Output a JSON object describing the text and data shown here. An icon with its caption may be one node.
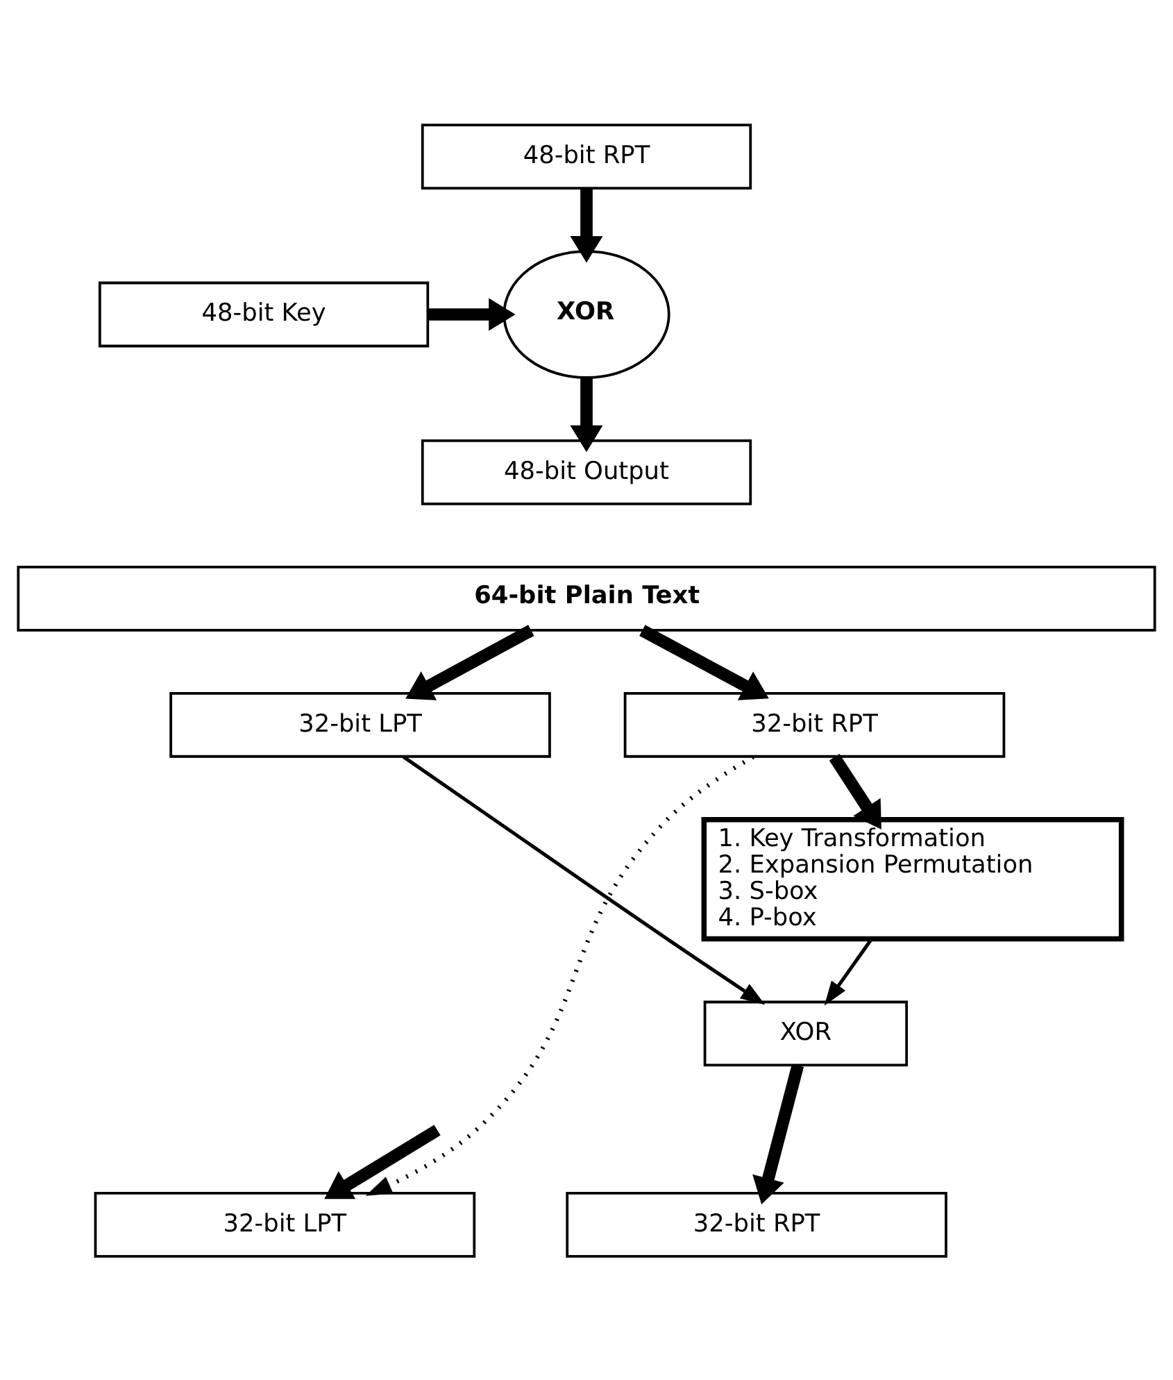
{
  "diagram": {
    "nodes": [
      {
        "text": [
          "48-bit RPT"
        ]
      },
      {
        "text": [
          "48-bit Key"
        ]
      },
      {
        "text": [
          "XOR"
        ]
      },
      {
        "text": [
          "48-bit Output"
        ]
      },
      {
        "text": [
          "64-bit Plain Text"
        ]
      },
      {
        "text": [
          "32-bit LPT"
        ]
      },
      {
        "text": [
          "32-bit RPT"
        ]
      },
      {
        "text": [
          "1. Key Transformation",
          "2. Expansion Permutation",
          "3. S-box",
          "4. P-box"
        ]
      },
      {
        "text": [
          "XOR"
        ]
      },
      {
        "text": [
          "32-bit LPT"
        ]
      },
      {
        "text": [
          "32-bit RPT"
        ]
      }
    ],
    "edges": [
      {
        "from": 0,
        "to": 2,
        "arrow": "to"
      },
      {
        "from": 1,
        "to": 2,
        "arrow": "to"
      },
      {
        "from": 2,
        "to": 3,
        "arrow": "to"
      },
      {
        "from": 4,
        "to": 5,
        "arrow": "to"
      },
      {
        "from": 4,
        "to": 6,
        "arrow": "to"
      },
      {
        "from": 6,
        "to": 7,
        "arrow": "to"
      },
      {
        "from": 7,
        "to": 8,
        "arrow": "to"
      },
      {
        "from": 5,
        "to": 8,
        "arrow": "to"
      },
      {
        "from": 6,
        "to": 9,
        "arrow": "to",
        "style": "dashed"
      },
      {
        "from": null,
        "to": 9,
        "arrow": "to"
      },
      {
        "from": 8,
        "to": 10,
        "arrow": "to"
      }
    ]
  }
}
